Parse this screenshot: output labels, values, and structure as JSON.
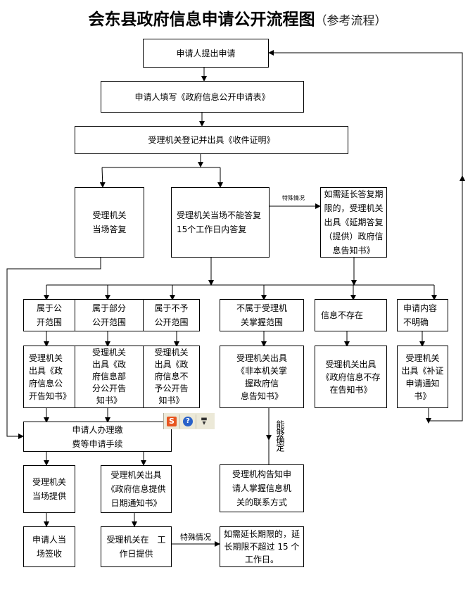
{
  "title": {
    "main": "会东县政府信息申请公开流程图",
    "sub": "（参考流程）"
  },
  "nodes": {
    "apply": "申请人提出申请",
    "fill_form": "申请人填写《政府信息公开申请表》",
    "register": "受理机关登记并出具《收件证明》",
    "reply_onsite": "受理机关\n当场答复",
    "reply_15days": "受理机关当场不能答复\n15个工作日内答复",
    "extension_notice": "如需延长答复期\n限的，受理机关\n出具《延期答复\n（提供）政府信\n息告知书》",
    "public_scope": "属于公\n开范围",
    "partial_scope": "属于部分\n公开范围",
    "not_public_scope": "属于不予\n公开范围",
    "outside_scope": "不属于受理机\n关掌握范围",
    "info_not_exist": "信息不存在",
    "unclear_request": "申请内容\n不明确",
    "public_notice": "受理机关\n出具《政\n府信息公\n开告知书》",
    "partial_notice": "受理机关\n出具《政\n府信息部\n分公开告\n知书》",
    "not_public_notice": "受理机关\n出具《政\n府信息不\n予公开告\n知书》",
    "outside_notice": "受理机关出具\n《非本机关掌\n握政府信\n息告知书》",
    "not_exist_notice": "受理机关出具\n《政府信息不存\n在告知书》",
    "supplement_notice": "受理机关\n出具《补证\n申请通知\n书》",
    "fee_procedure": "申请人办理缴\n费等申请手续",
    "provide_onsite": "受理机关\n当场提供",
    "date_notice": "受理机关出具\n《政府信息提供\n日期通知书》",
    "contact_info": "受理机构告知申\n请人掌握信息机\n关的联系方式",
    "sign_receipt": "申请人当\n场签收",
    "provide_workday": "受理机关在　工\n作日提供",
    "extension_limit": "如需延长期限的，延\n长期限不超过 15 个\n工作日。"
  },
  "edge_labels": {
    "special_case_1": "特殊情况",
    "special_case_2": "特殊情况",
    "can_determine": "能够确定"
  },
  "toolbar": {
    "sogou_icon": "S",
    "help_icon": "?",
    "more_icon": "⋮"
  }
}
